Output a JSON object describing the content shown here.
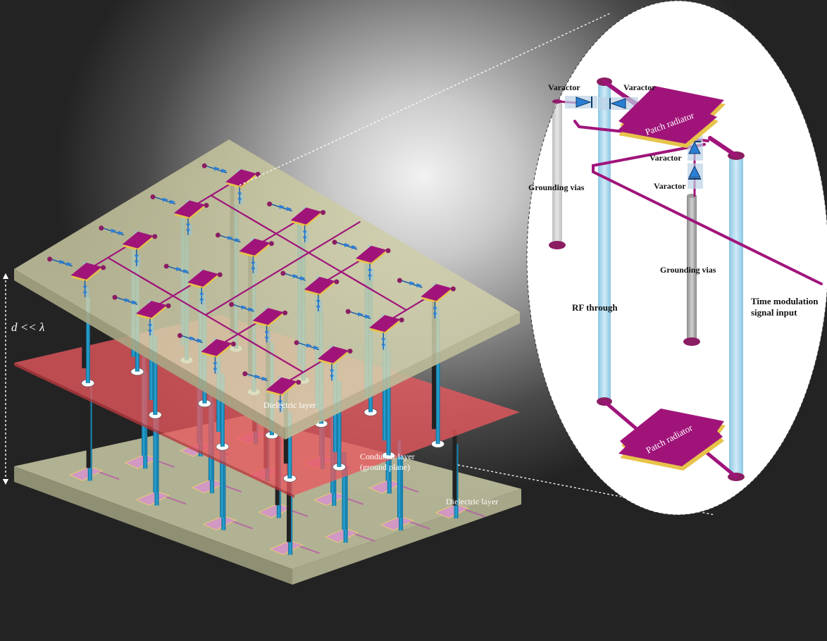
{
  "labels": {
    "dimension": "d << λ",
    "dielectric_top": "Dielectric layer",
    "conductor_line1": "Conductor layer",
    "conductor_line2": "(ground plane)",
    "dielectric_bottom": "Dielectric layer"
  },
  "inset": {
    "varactor_1": "Varactor",
    "varactor_2": "Varactor",
    "varactor_3": "Varactor",
    "varactor_4": "Varactor",
    "patch_top": "Patch radiator",
    "patch_bottom": "Patch radiator",
    "grounding_vias_1": "Grounding vias",
    "grounding_vias_2": "Grounding vias",
    "rf_through": "RF through",
    "time_mod_line1": "Time modulation",
    "time_mod_line2": "signal input"
  },
  "colors": {
    "dielectric": "#c9c8a0",
    "ground_plane": "#e8595d",
    "patch": "#a0147a",
    "patch_edge": "#e6c34a",
    "via_blue": "#1a8fbf",
    "via_light": "#a9d6ec",
    "via_gray": "#9a9a9a",
    "varactor": "#2a7fd4"
  },
  "icons": [
    "varactor-diode-icon",
    "double-arrow-icon"
  ]
}
